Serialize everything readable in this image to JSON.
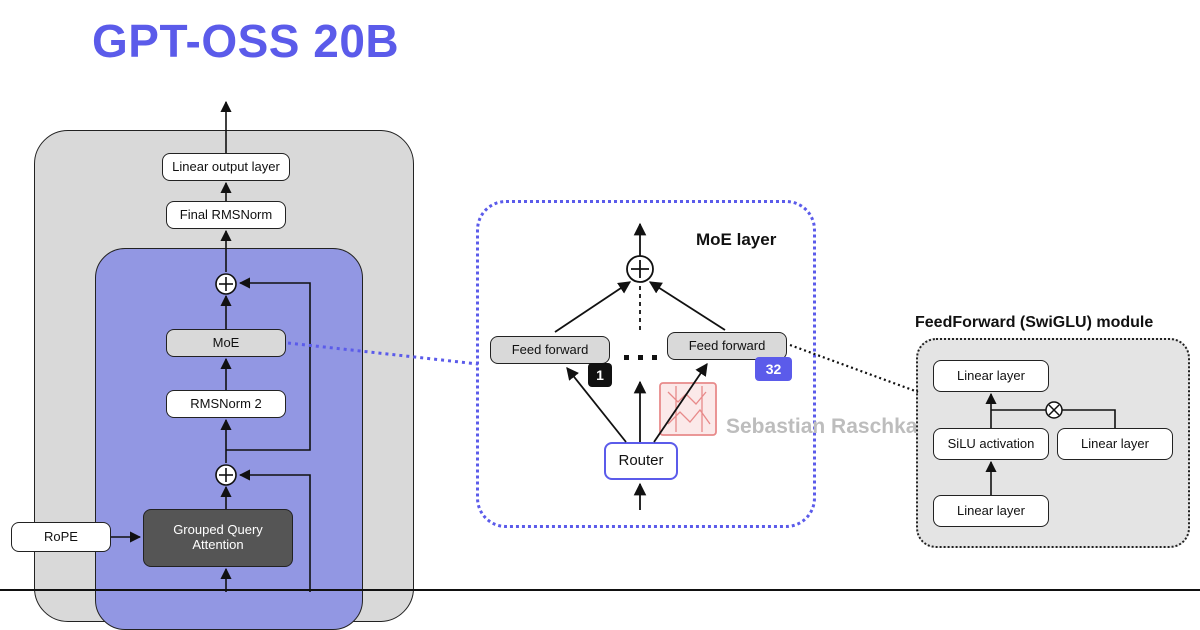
{
  "title": "GPT-OSS 20B",
  "main_stack": {
    "linear_output": "Linear output layer",
    "final_norm": "Final RMSNorm",
    "moe": "MoE",
    "rmsnorm2": "RMSNorm 2",
    "gqa": "Grouped Query Attention",
    "rope": "RoPE"
  },
  "moe_layer": {
    "title": "MoE layer",
    "expert_left": "Feed forward",
    "expert_right": "Feed forward",
    "badge_first": "1",
    "badge_last": "32",
    "router": "Router"
  },
  "ff_module": {
    "title": "FeedForward (SwiGLU) module",
    "linear_top": "Linear layer",
    "silu": "SiLU activation",
    "linear_right": "Linear layer",
    "linear_bottom": "Linear layer"
  },
  "watermark": "Sebastian Raschka",
  "colors": {
    "accent": "#5b5bea",
    "outer_panel": "#d9d9d9",
    "block_panel": "#9297e3",
    "attention_box": "#555555",
    "badge_dark": "#111111"
  }
}
